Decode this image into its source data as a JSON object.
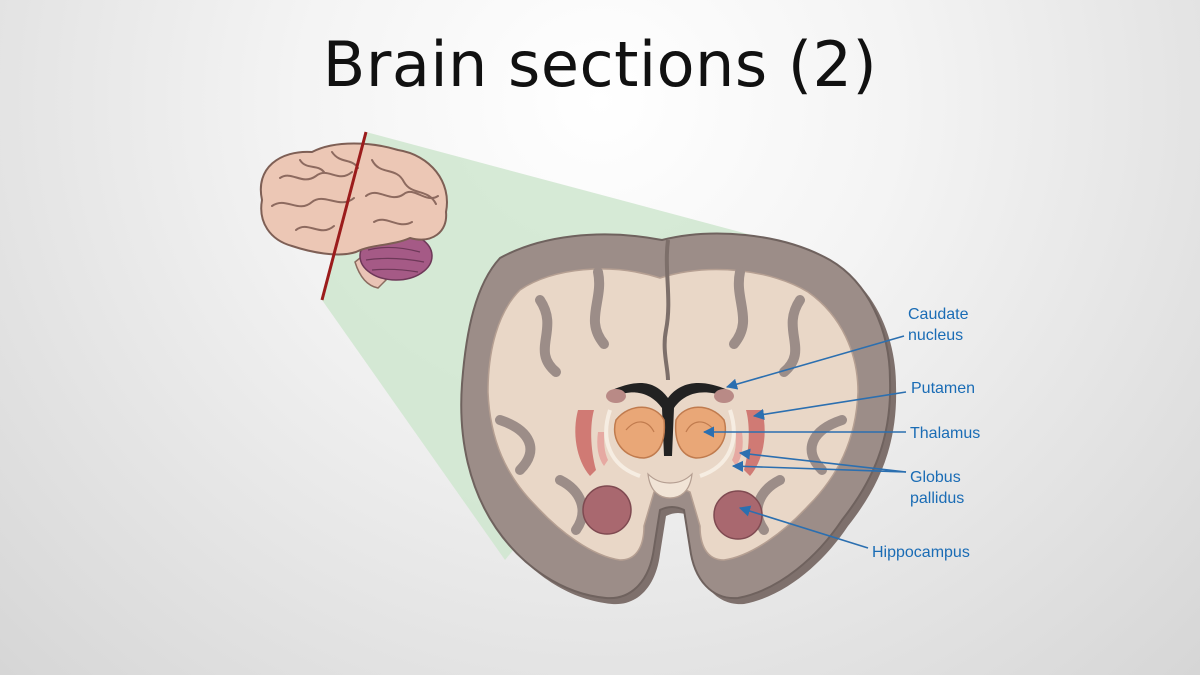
{
  "title": "Brain sections (2)",
  "labels": {
    "caudate_line1": "Caudate",
    "caudate_line2": "nucleus",
    "putamen": "Putamen",
    "thalamus": "Thalamus",
    "globus_line1": "Globus",
    "globus_line2": "pallidus",
    "hippocampus": "Hippocampus"
  },
  "colors": {
    "label_text": "#1a6cb5",
    "leader_line": "#2b6fb0",
    "section_line": "#9b1c1c",
    "projection_fill": "#cfe6cf",
    "cortex_gray": "#9a8a85",
    "white_matter": "#e8d6c6",
    "putamen": "#d07a74",
    "thalamus": "#e9a777",
    "hippocampus": "#a9686f"
  }
}
